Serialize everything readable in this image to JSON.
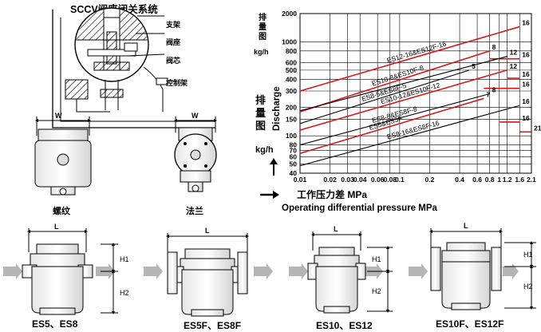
{
  "top_left": {
    "title": "SCCV阀座闭关系统",
    "callouts": [
      "支架",
      "阀座",
      "阀芯",
      "控制架"
    ],
    "views": [
      {
        "dim": "W",
        "label": "螺纹"
      },
      {
        "dim": "W",
        "label": "法兰"
      }
    ]
  },
  "chart_data": {
    "type": "line",
    "title": "",
    "xlabel_zh": "工作压力差 MPa",
    "xlabel_en": "Operating differential pressure MPa",
    "ylabel_zh_top": "排量图",
    "ylabel_unit_top": "kg/h",
    "ylabel_zh": "排量图",
    "ylabel_en": "Discharge",
    "ylabel_unit": "kg/h",
    "x_scale": "log",
    "y_scale": "log",
    "xlim": [
      0.01,
      2.1
    ],
    "ylim": [
      40,
      2000
    ],
    "x_ticks": [
      0.01,
      0.02,
      0.03,
      0.04,
      0.06,
      0.08,
      0.1,
      0.2,
      0.4,
      0.6,
      0.8,
      1,
      1.2,
      1.6,
      2.1
    ],
    "x_tick_labels": [
      "0.01",
      "0.02",
      "0.03",
      "0.04",
      "0.06",
      "0.08",
      "0.1",
      "0.2",
      "0.4",
      "0.6",
      "0.8",
      "1",
      "1.2",
      "1.6",
      "2.1"
    ],
    "y_ticks": [
      40,
      50,
      60,
      70,
      80,
      100,
      150,
      200,
      300,
      400,
      500,
      600,
      800,
      1000,
      2000
    ],
    "y_tick_labels": [
      "40",
      "50",
      "60",
      "70",
      "80",
      "100",
      "150",
      "200",
      "300",
      "400",
      "500",
      "600",
      "800",
      "1000",
      "2000"
    ],
    "grid": true,
    "series": [
      {
        "name": "ES12-16&ES12F-16",
        "color": "#d81818",
        "x": [
          0.01,
          1.6
        ],
        "y": [
          300,
          1450
        ],
        "end_label": "16"
      },
      {
        "name": "ES10-8&ES10F-8",
        "color": "#d81818",
        "x": [
          0.01,
          0.8
        ],
        "y": [
          180,
          800
        ],
        "end_label": "8"
      },
      {
        "name": "",
        "color": "#d81818",
        "x": [
          0.8,
          1.6
        ],
        "y": [
          660,
          660
        ],
        "end_label": "16"
      },
      {
        "name": "",
        "color": "#000000",
        "x": [
          0.01,
          1.2
        ],
        "y": [
          185,
          700
        ],
        "end_label": "12"
      },
      {
        "name": "ES8-5&ES8F-5",
        "color": "#000000",
        "x": [
          0.01,
          0.5
        ],
        "y": [
          135,
          500
        ],
        "end_label": "5"
      },
      {
        "name": "ES10-12&ES10F-12",
        "color": "#d81818",
        "x": [
          0.01,
          1.2
        ],
        "y": [
          115,
          500
        ],
        "end_label": "12"
      },
      {
        "name": "",
        "color": "#d81818",
        "x": [
          1.2,
          1.6
        ],
        "y": [
          410,
          410
        ],
        "end_label": "16"
      },
      {
        "name": "ES8-8&ES8F-8",
        "color": "#000000",
        "x": [
          0.01,
          0.8
        ],
        "y": [
          80,
          280
        ],
        "end_label": "8"
      },
      {
        "name": "ES5&ES5F",
        "color": "#d81818",
        "x": [
          0.01,
          0.7
        ],
        "y": [
          65,
          250
        ],
        "end_label": "7"
      },
      {
        "name": "",
        "color": "#d81818",
        "x": [
          0.7,
          1.6
        ],
        "y": [
          320,
          320
        ],
        "end_label": "16"
      },
      {
        "name": "ES8-16&ES8F-16",
        "color": "#000000",
        "x": [
          0.01,
          1.6
        ],
        "y": [
          48,
          210
        ],
        "end_label": "16"
      },
      {
        "name": "",
        "color": "#d81818",
        "x": [
          1.0,
          1.6
        ],
        "y": [
          140,
          140
        ],
        "end_label": "16"
      },
      {
        "name": "",
        "color": "#d81818",
        "x": [
          1.6,
          2.1
        ],
        "y": [
          110,
          110
        ],
        "end_label": "21"
      }
    ],
    "line_labels": [
      "ES12-16&ES12F-16",
      "ES10-8&ES10F-8",
      "ES8-5&ES8F-5",
      "ES10-12&ES10F-12",
      "ES8-8&ES8F-8",
      "ES5&ES5F",
      "ES8-16&ES8F-16"
    ],
    "end_numbers": [
      "16",
      "8",
      "12",
      "16",
      "5",
      "8",
      "7",
      "16",
      "16",
      "21"
    ]
  },
  "bottom": {
    "dim_L": "L",
    "dim_H1": "H1",
    "dim_H2": "H2",
    "models": [
      "ES5、ES8",
      "ES5F、ES8F",
      "ES10、ES12",
      "ES10F、ES12F"
    ]
  }
}
